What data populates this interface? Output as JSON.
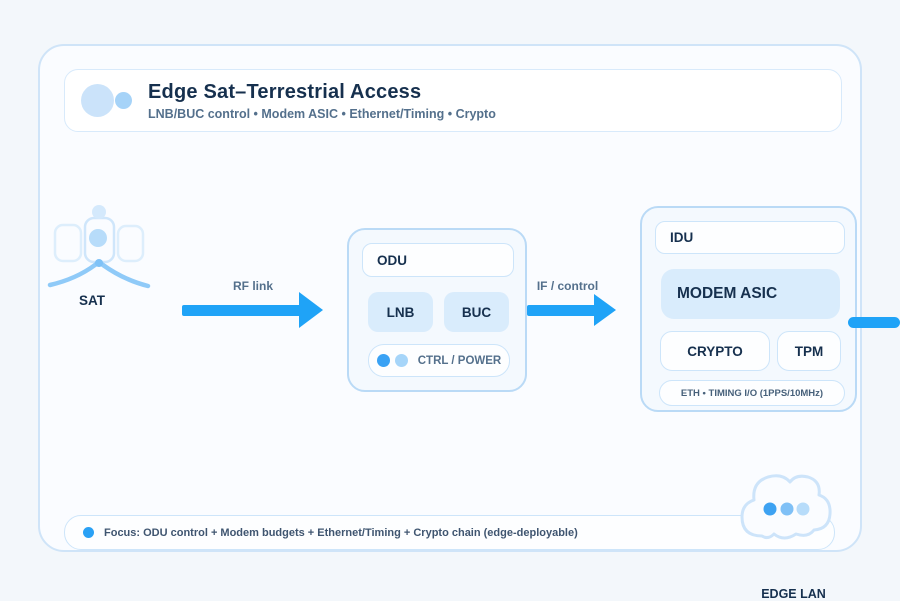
{
  "header": {
    "title": "Edge Sat–Terrestrial Access",
    "subtitle": "LNB/BUC control • Modem ASIC • Ethernet/Timing • Crypto"
  },
  "sat": {
    "label": "SAT"
  },
  "links": {
    "rf_label": "RF link",
    "if_label": "IF / control"
  },
  "odu": {
    "title": "ODU",
    "lnb_label": "LNB",
    "buc_label": "BUC",
    "ctrl_label": "CTRL / POWER"
  },
  "idu": {
    "title": "IDU",
    "modem_label": "MODEM ASIC",
    "crypto_label": "CRYPTO",
    "tpm_label": "TPM",
    "eth_label": "ETH • TIMING I/O (1PPS/10MHz)"
  },
  "edge_lan": {
    "label": "EDGE LAN"
  },
  "footer": {
    "text": "Focus: ODU control + Modem budgets + Ethernet/Timing + Crypto chain (edge-deployable)"
  },
  "colors": {
    "accent": "#1fa3f7",
    "box_fill": "#d9ecfc",
    "panel_border": "#cfe4f8",
    "group_border": "#badaf6",
    "title_text": "#16304e",
    "muted_text": "#54708c"
  }
}
